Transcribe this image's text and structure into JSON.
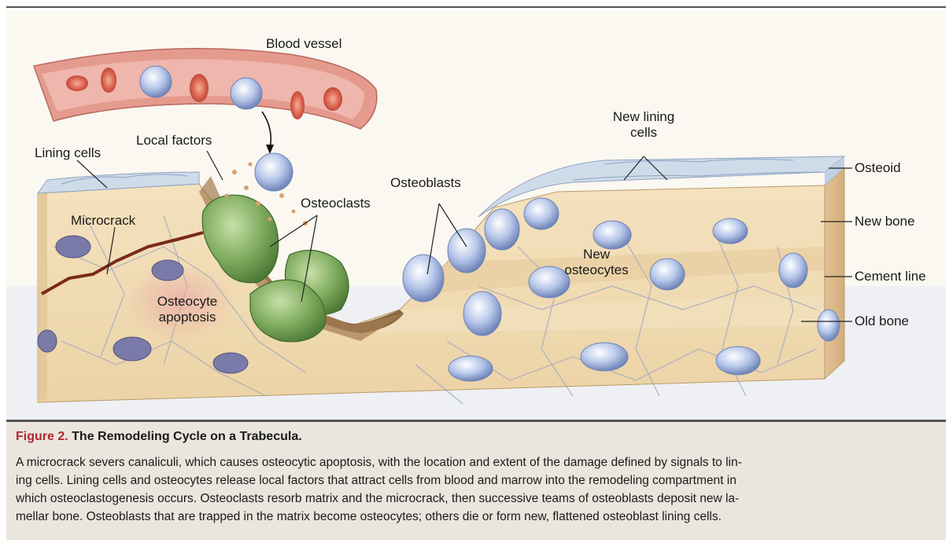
{
  "labels": {
    "blood_vessel": "Blood vessel",
    "lining_cells": "Lining cells",
    "local_factors": "Local factors",
    "microcrack": "Microcrack",
    "osteoclasts": "Osteoclasts",
    "osteocyte_apoptosis_1": "Osteocyte",
    "osteocyte_apoptosis_2": "apoptosis",
    "osteoblasts": "Osteoblasts",
    "new_lining_cells_1": "New lining",
    "new_lining_cells_2": "cells",
    "new_osteocytes_1": "New",
    "new_osteocytes_2": "osteocytes",
    "osteoid": "Osteoid",
    "new_bone": "New bone",
    "cement_line": "Cement line",
    "old_bone": "Old bone"
  },
  "caption": {
    "figure_number": "Figure 2.",
    "title": "The Remodeling Cycle on a Trabecula.",
    "lines": [
      "A microcrack severs canaliculi, which causes osteocytic apoptosis, with the location and extent of the damage defined by signals to lin-",
      "ing cells. Lining cells and osteocytes release local factors that attract cells from blood and marrow into the remodeling compartment in",
      "which osteoclastogenesis occurs. Osteoclasts resorb matrix and the microcrack, then successive teams of osteoblasts deposit new la-",
      "mellar bone. Osteoblasts that are trapped in the matrix become osteocytes; others die or form new, flattened osteoblast lining cells."
    ]
  },
  "colors": {
    "figure_accent": "#b0272c",
    "bone_old": "#ecd9b5",
    "bone_new": "#e6c79a",
    "osteoid": "#c9d7e8",
    "osteoclast": "#7aa85a",
    "blood_vessel": "#d98a84"
  }
}
